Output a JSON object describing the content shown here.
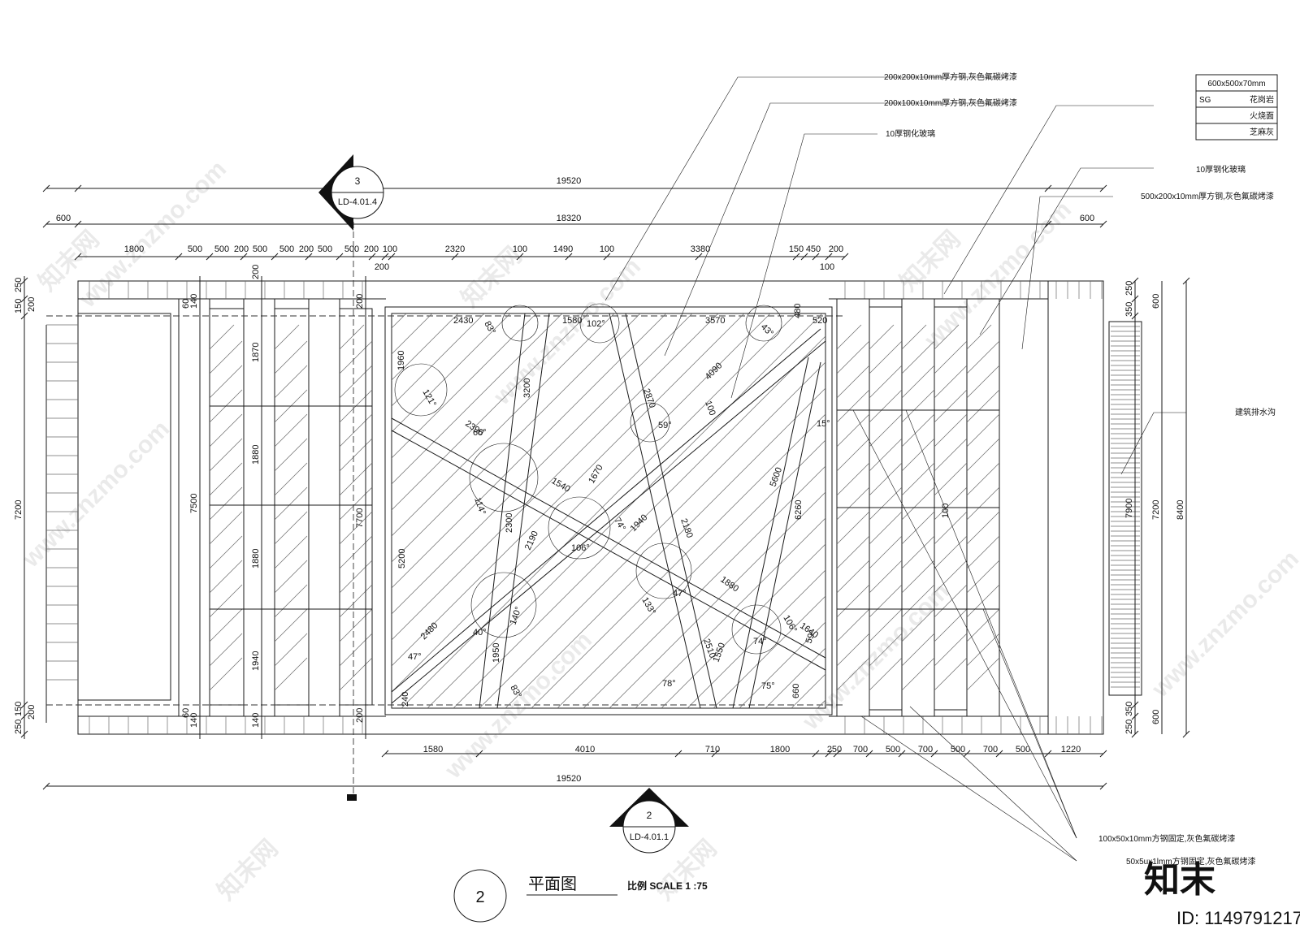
{
  "watermark": {
    "site": "www.znzmo.com",
    "brand_cn": "知末网",
    "corner_logo": "知末",
    "id_label": "ID: 1149791217"
  },
  "material_table": {
    "size": "600x500x70mm",
    "code": "SG",
    "rows": [
      "花岗岩",
      "火烧面",
      "芝麻灰"
    ]
  },
  "callouts": [
    "200x200x10mm厚方钢,灰色氟碳烤漆",
    "200x100x10mm厚方钢,灰色氟碳烤漆",
    "10厚钢化玻璃",
    "10厚钢化玻璃",
    "500x200x10mm厚方钢,灰色氟碳烤漆",
    "建筑排水沟",
    "100x50x10mm方钢固定,灰色氟碳烤漆",
    "50x5ux1lmm方钢固定,灰色氟碳烤漆"
  ],
  "section_markers": [
    {
      "num": "3",
      "ref": "LD-4.01.4"
    },
    {
      "num": "2",
      "ref": "LD-4.01.1"
    }
  ],
  "title_block": {
    "number": "2",
    "title": "平面图",
    "scale": "比例 SCALE 1 :75"
  },
  "dimensions": {
    "top_overall": "19520",
    "top_second": [
      "600",
      "18320",
      "600"
    ],
    "top_third": [
      "1800",
      "500",
      "500",
      "200",
      "500",
      "500",
      "200",
      "500",
      "500",
      "200",
      "100",
      "200",
      "2320",
      "100",
      "1490",
      "100",
      "3380",
      "150",
      "450",
      "200",
      "100"
    ],
    "bottom_row": [
      "1580",
      "4010",
      "710",
      "1800",
      "250",
      "700",
      "500",
      "700",
      "500",
      "700",
      "500",
      "1220"
    ],
    "bottom_overall": "19520",
    "left_outer": [
      "250",
      "150",
      "200",
      "7200",
      "200",
      "150",
      "250"
    ],
    "left_inner": [
      "140",
      "60",
      "7500",
      "60",
      "140"
    ],
    "left_col2": [
      "200",
      "1870",
      "1880",
      "1880",
      "1940",
      "140"
    ],
    "left_col3": [
      "200",
      "7700",
      "200"
    ],
    "right_dims": [
      "250",
      "350",
      "600",
      "7200",
      "8400",
      "600",
      "350",
      "250",
      "7900",
      "100"
    ],
    "inside": [
      "2430",
      "1580",
      "3570",
      "480",
      "520",
      "1960",
      "3200",
      "2870",
      "4090",
      "100",
      "2390",
      "59°",
      "15°",
      "1540",
      "1670",
      "5600",
      "6260",
      "2180",
      "114°",
      "2300",
      "2190",
      "1940",
      "74°",
      "106°",
      "5200",
      "133°",
      "47°",
      "1880",
      "2480",
      "140°",
      "40°",
      "2510",
      "106°",
      "1640",
      "59°",
      "47°",
      "1950",
      "1550",
      "74°",
      "240",
      "83°",
      "78°",
      "75°",
      "660",
      "121°",
      "66°",
      "83°",
      "102°",
      "43°"
    ]
  }
}
